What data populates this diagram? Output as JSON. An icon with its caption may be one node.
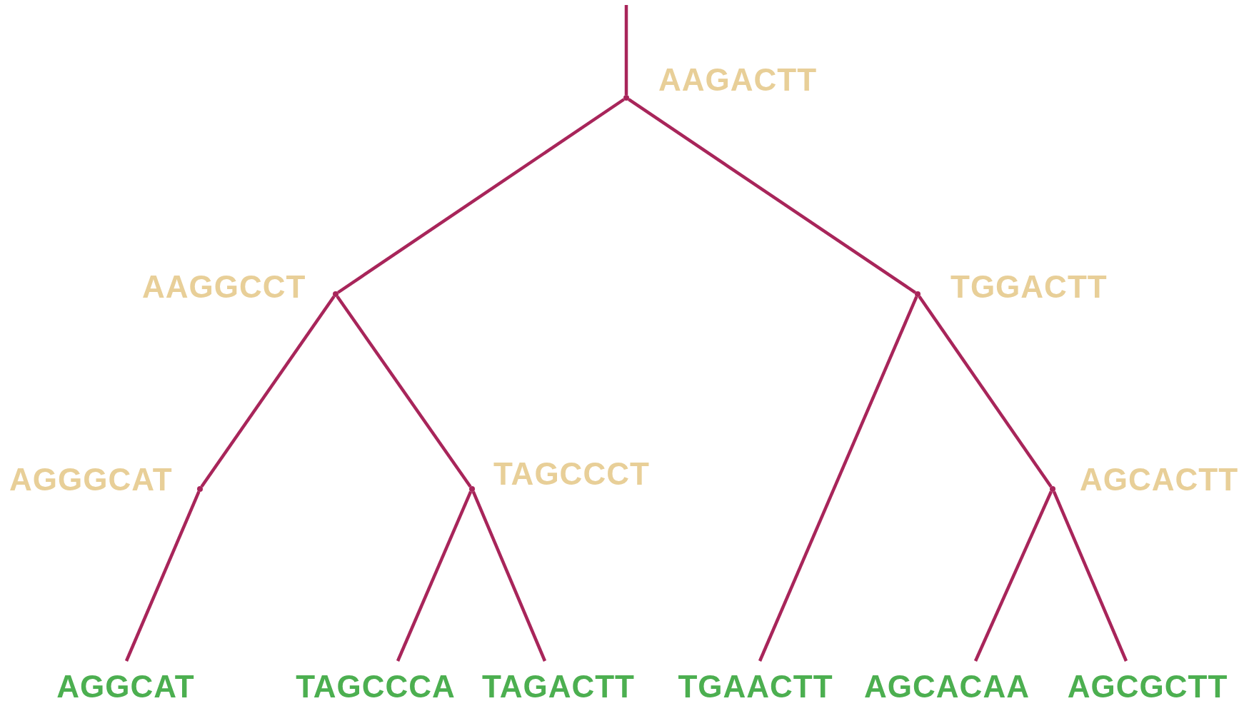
{
  "diagram": {
    "nodes": [
      {
        "text": [],
        "shape": "point",
        "beside": [
          "AAGACTT"
        ]
      },
      {
        "text": [],
        "shape": "point",
        "beside": [
          "AAGGCCT"
        ]
      },
      {
        "text": [],
        "shape": "point",
        "beside": [
          "TGGACTT"
        ]
      },
      {
        "text": [],
        "shape": "point",
        "beside": [
          "AGGGCAT"
        ]
      },
      {
        "text": [],
        "shape": "point",
        "beside": [
          "TAGCCCT"
        ]
      },
      {
        "text": [],
        "shape": "point",
        "beside": [
          "AGCACTT"
        ]
      },
      {
        "text": [
          "AGGCAT"
        ]
      },
      {
        "text": [
          "TAGCCCA"
        ]
      },
      {
        "text": [
          "TAGACTT"
        ]
      },
      {
        "text": [
          "TGAACTT"
        ]
      },
      {
        "text": [
          "AGCACAA"
        ]
      },
      {
        "text": [
          "AGCGCTT"
        ]
      }
    ],
    "edges": [
      {
        "from": null,
        "to": 0,
        "arrow": "none"
      },
      {
        "from": 0,
        "to": 1,
        "arrow": "none"
      },
      {
        "from": 0,
        "to": 2,
        "arrow": "none"
      },
      {
        "from": 1,
        "to": 3,
        "arrow": "none"
      },
      {
        "from": 1,
        "to": 4,
        "arrow": "none"
      },
      {
        "from": 3,
        "to": 6,
        "arrow": "none"
      },
      {
        "from": 4,
        "to": 7,
        "arrow": "none"
      },
      {
        "from": 4,
        "to": 8,
        "arrow": "none"
      },
      {
        "from": 2,
        "to": 9,
        "arrow": "none"
      },
      {
        "from": 2,
        "to": 5,
        "arrow": "none"
      },
      {
        "from": 5,
        "to": 10,
        "arrow": "none"
      },
      {
        "from": 5,
        "to": 11,
        "arrow": "none"
      }
    ]
  }
}
